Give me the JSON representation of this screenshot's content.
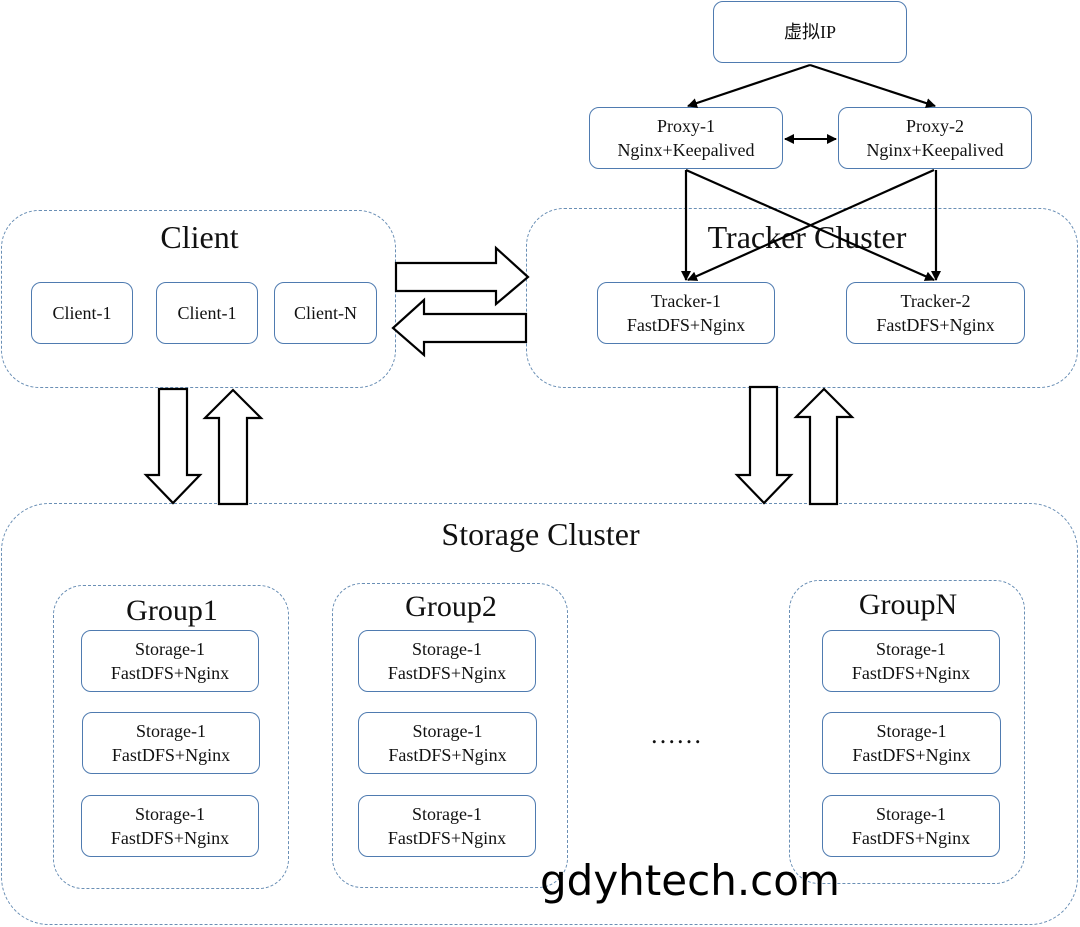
{
  "vip": {
    "label": "虚拟IP"
  },
  "proxies": [
    {
      "line1": "Proxy-1",
      "line2": "Nginx+Keepalived"
    },
    {
      "line1": "Proxy-2",
      "line2": "Nginx+Keepalived"
    }
  ],
  "client_cluster": {
    "title": "Client",
    "clients": [
      "Client-1",
      "Client-1",
      "Client-N"
    ]
  },
  "tracker_cluster": {
    "title": "Tracker Cluster",
    "trackers": [
      {
        "line1": "Tracker-1",
        "line2": "FastDFS+Nginx"
      },
      {
        "line1": "Tracker-2",
        "line2": "FastDFS+Nginx"
      }
    ]
  },
  "storage_cluster": {
    "title": "Storage Cluster",
    "ellipsis": "……",
    "groups": [
      {
        "title": "Group1",
        "storages": [
          {
            "line1": "Storage-1",
            "line2": "FastDFS+Nginx"
          },
          {
            "line1": "Storage-1",
            "line2": "FastDFS+Nginx"
          },
          {
            "line1": "Storage-1",
            "line2": "FastDFS+Nginx"
          }
        ]
      },
      {
        "title": "Group2",
        "storages": [
          {
            "line1": "Storage-1",
            "line2": "FastDFS+Nginx"
          },
          {
            "line1": "Storage-1",
            "line2": "FastDFS+Nginx"
          },
          {
            "line1": "Storage-1",
            "line2": "FastDFS+Nginx"
          }
        ]
      },
      {
        "title": "GroupN",
        "storages": [
          {
            "line1": "Storage-1",
            "line2": "FastDFS+Nginx"
          },
          {
            "line1": "Storage-1",
            "line2": "FastDFS+Nginx"
          },
          {
            "line1": "Storage-1",
            "line2": "FastDFS+Nginx"
          }
        ]
      }
    ]
  },
  "watermark": "gdyhtech.com",
  "colors": {
    "cluster_border": "#6a8fb5",
    "node_border": "#4f7bb0",
    "arrow": "#000000"
  }
}
